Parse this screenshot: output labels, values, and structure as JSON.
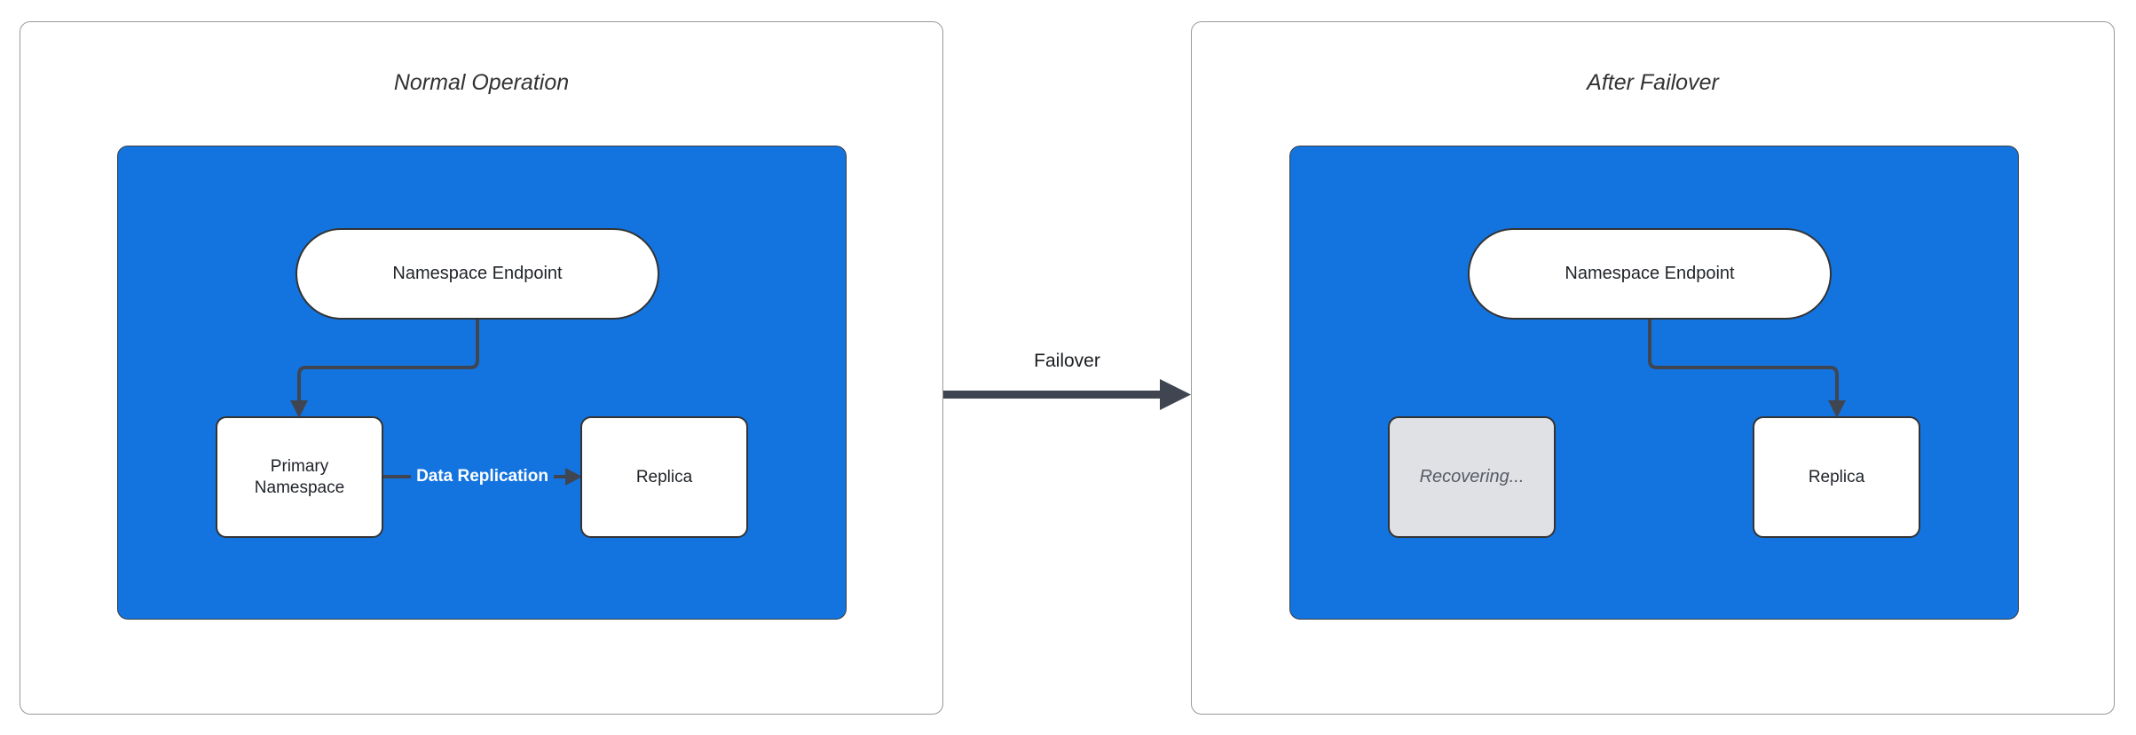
{
  "left_panel": {
    "title": "Normal Operation",
    "endpoint": "Namespace Endpoint",
    "primary": "Primary Namespace",
    "replica": "Replica",
    "replication_edge_label": "Data Replication"
  },
  "right_panel": {
    "title": "After Failover",
    "endpoint": "Namespace Endpoint",
    "recovering": "Recovering...",
    "replica": "Replica"
  },
  "transition": {
    "label": "Failover"
  },
  "colors": {
    "container_fill": "#1374E0",
    "node_border": "#333333",
    "connector": "#3F4651",
    "recovering_fill": "#E0E1E4",
    "recovering_text": "#565B64",
    "panel_border": "#999999",
    "text": "#1F2328",
    "edge_label_text": "#FFFFFF"
  }
}
